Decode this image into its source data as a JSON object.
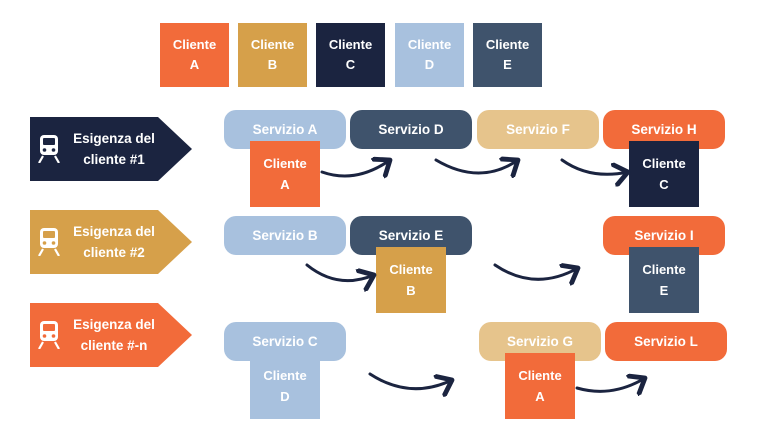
{
  "colors": {
    "orange": "#f26b3a",
    "gold": "#d6a04a",
    "navy": "#1b2440",
    "light_blue": "#a8c1de",
    "slate": "#3f536c",
    "beige": "#e6c48c"
  },
  "legend": [
    {
      "line1": "Cliente",
      "line2": "A",
      "color": "orange"
    },
    {
      "line1": "Cliente",
      "line2": "B",
      "color": "gold"
    },
    {
      "line1": "Cliente",
      "line2": "C",
      "color": "navy"
    },
    {
      "line1": "Cliente",
      "line2": "D",
      "color": "light_blue"
    },
    {
      "line1": "Cliente",
      "line2": "E",
      "color": "slate"
    }
  ],
  "needs": [
    {
      "line1": "Esigenza del",
      "line2": "cliente #1",
      "color": "navy",
      "icon": "train-icon"
    },
    {
      "line1": "Esigenza del",
      "line2": "cliente #2",
      "color": "gold",
      "icon": "train-icon"
    },
    {
      "line1": "Esigenza del",
      "line2": "cliente #-n",
      "color": "orange",
      "icon": "train-icon"
    }
  ],
  "services": {
    "A": "Servizio A",
    "B": "Servizio B",
    "C": "Servizio C",
    "D": "Servizio D",
    "E": "Servizio E",
    "F": "Servizio F",
    "G": "Servizio G",
    "H": "Servizio H",
    "I": "Servizio I",
    "L": "Servizio L"
  },
  "clients": {
    "word": "Cliente",
    "A": "A",
    "B": "B",
    "C": "C",
    "D": "D",
    "E": "E"
  }
}
